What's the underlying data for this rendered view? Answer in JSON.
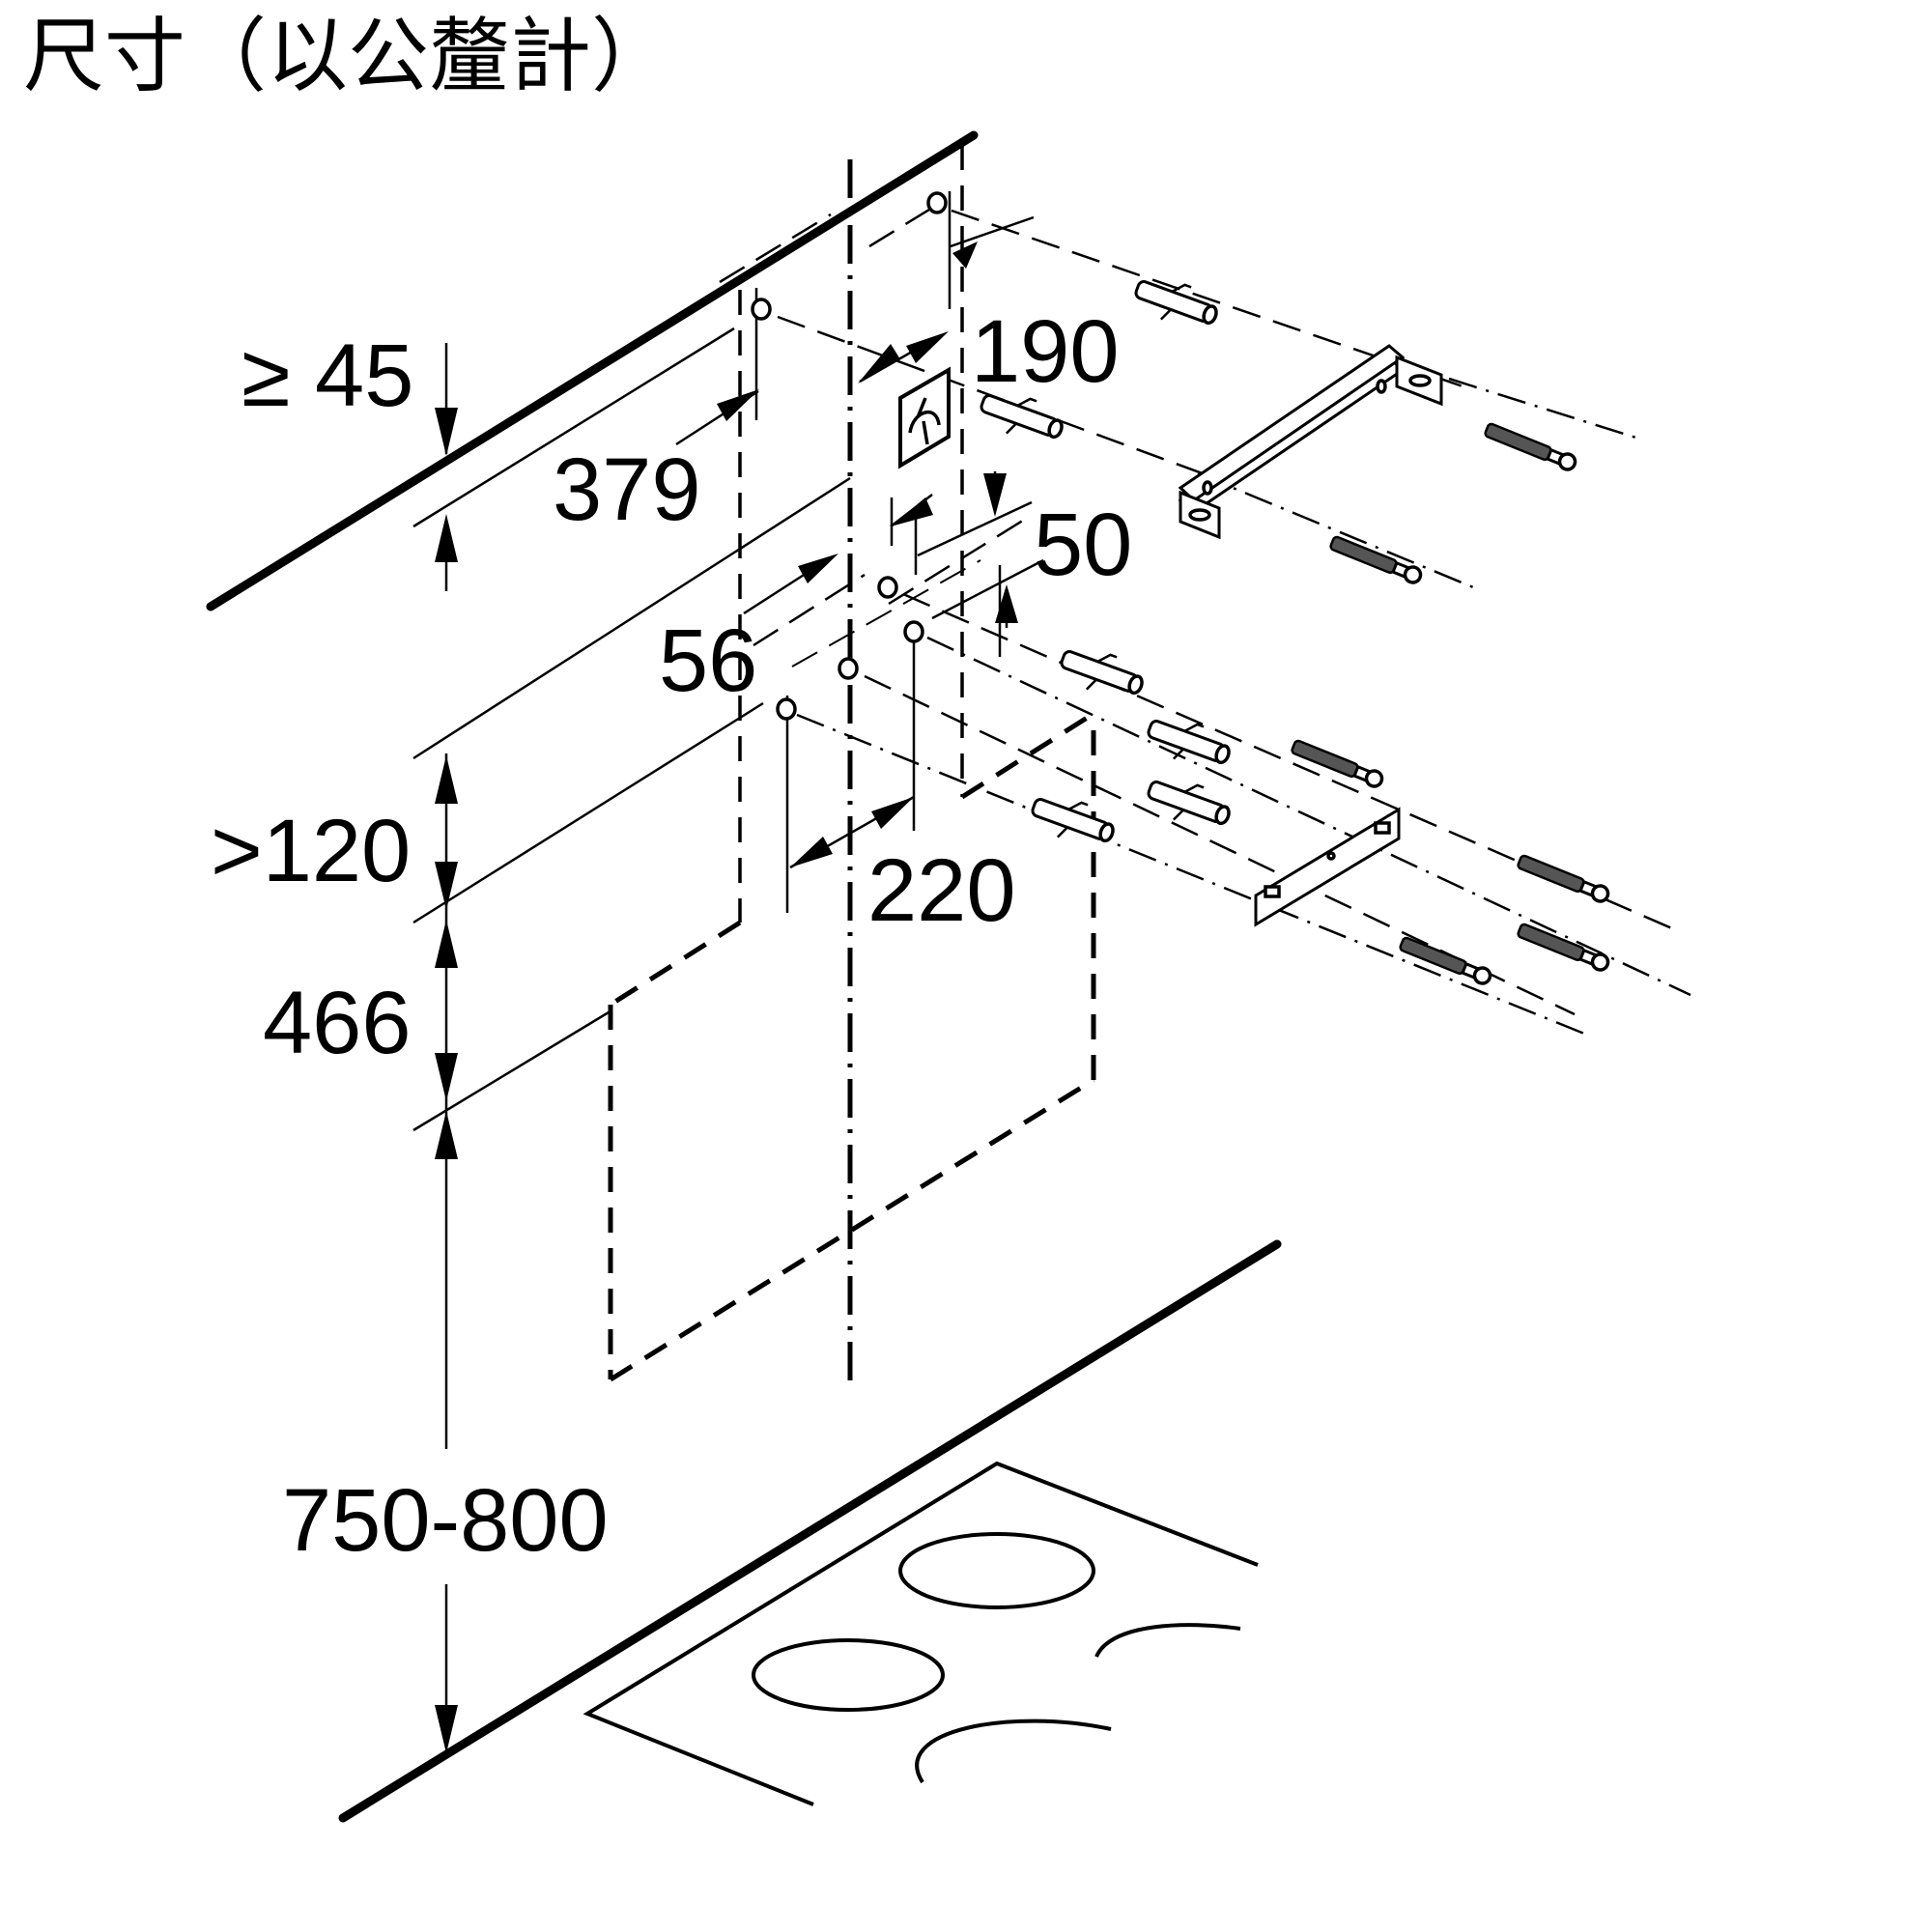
{
  "title": "尺寸（以公釐計）",
  "dimensions": {
    "top_clearance": "≥ 45",
    "bracket_height": "379",
    "hole_spacing_top": "190",
    "lower_offset": "50",
    "lower_spacing": "56",
    "min_gap": ">120",
    "cover_height": "466",
    "bottom_spacing": "220",
    "hob_distance": "750-800"
  }
}
